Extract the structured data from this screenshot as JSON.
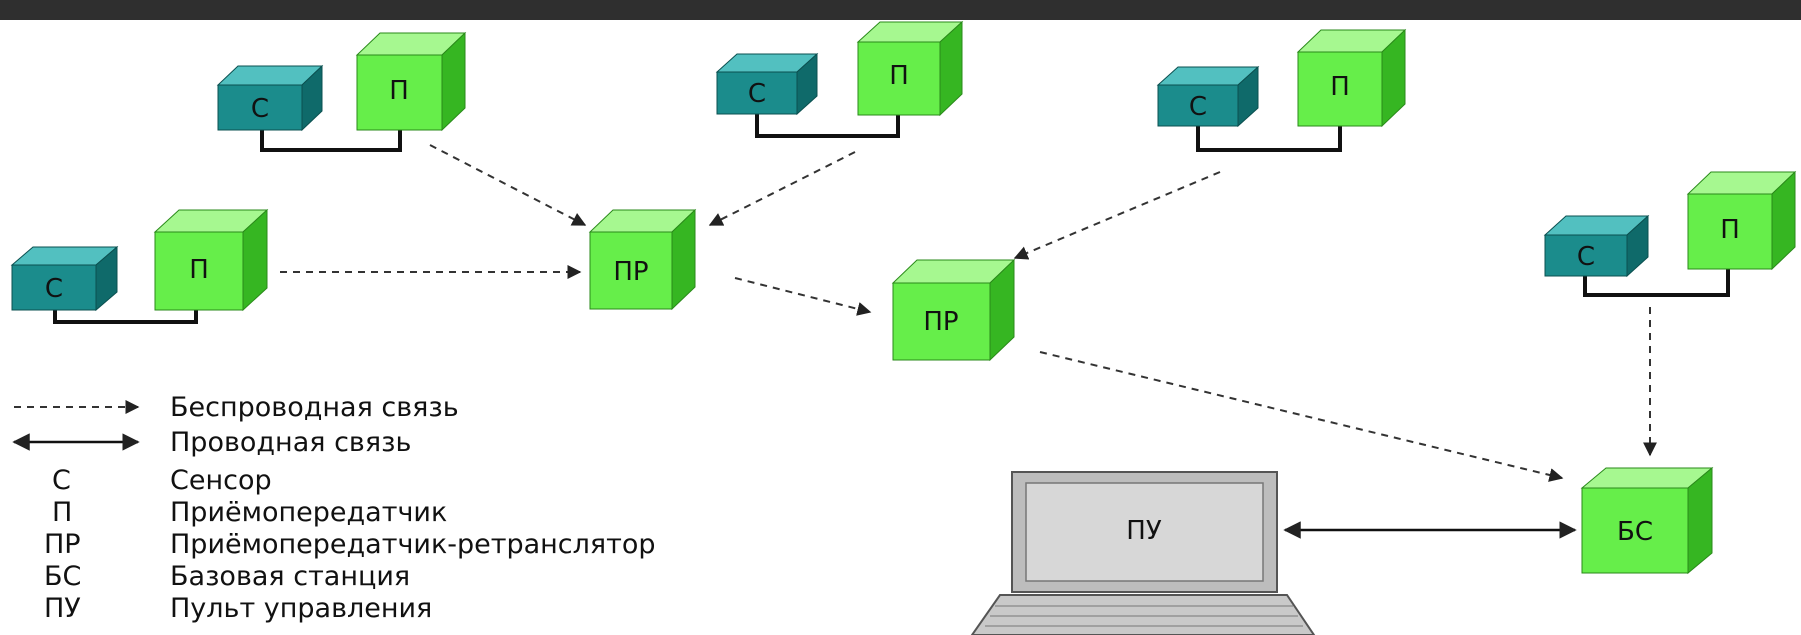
{
  "colors": {
    "sensor_front": "#1b8c8c",
    "sensor_top": "#52c0c0",
    "sensor_side": "#0f6a6a",
    "transceiver_front": "#66ee4a",
    "transceiver_top": "#a6f890",
    "transceiver_side": "#36b622",
    "wire": "#111111",
    "wireless": "#333333",
    "laptop_body": "#bdbdbd",
    "laptop_screen": "#d7d7d7"
  },
  "labels": {
    "sensor": "С",
    "transceiver": "П",
    "repeater": "ПР",
    "base_station": "БС",
    "control_panel": "ПУ"
  },
  "legend": {
    "wireless": "Беспроводная связь",
    "wired": "Проводная связь",
    "items": [
      {
        "abbr": "С",
        "text": "Сенсор"
      },
      {
        "abbr": "П",
        "text": "Приёмопередатчик"
      },
      {
        "abbr": "ПР",
        "text": "Приёмопередатчик-ретранслятор"
      },
      {
        "abbr": "БС",
        "text": "Базовая станция"
      },
      {
        "abbr": "ПУ",
        "text": "Пульт управления"
      }
    ]
  }
}
